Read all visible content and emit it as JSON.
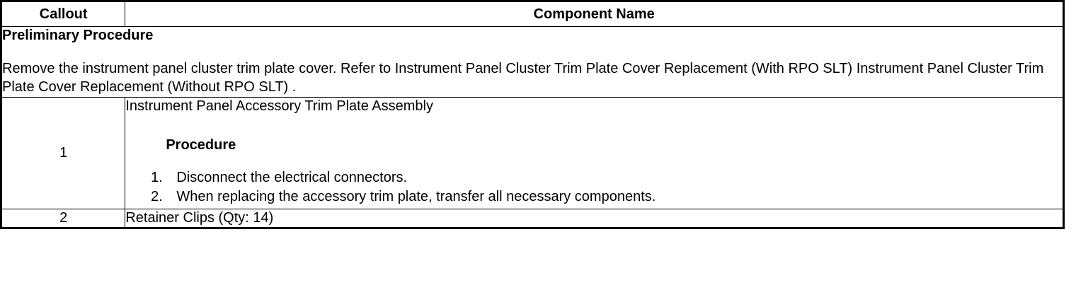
{
  "table": {
    "headers": {
      "callout": "Callout",
      "component_name": "Component Name"
    },
    "preliminary": {
      "title": "Preliminary Procedure",
      "body": "Remove the instrument panel cluster trim plate cover. Refer to Instrument Panel Cluster Trim Plate Cover Replacement (With RPO SLT) Instrument Panel Cluster Trim Plate Cover Replacement (Without RPO SLT) ."
    },
    "rows": [
      {
        "callout": "1",
        "name": "Instrument Panel Accessory Trim Plate Assembly",
        "sub_heading": "Procedure",
        "steps": [
          "Disconnect the electrical connectors.",
          "When replacing the accessory trim plate, transfer all necessary components."
        ]
      },
      {
        "callout": "2",
        "name": "Retainer Clips (Qty: 14)"
      }
    ]
  },
  "colors": {
    "border": "#000000",
    "text": "#000000",
    "background": "#ffffff"
  }
}
